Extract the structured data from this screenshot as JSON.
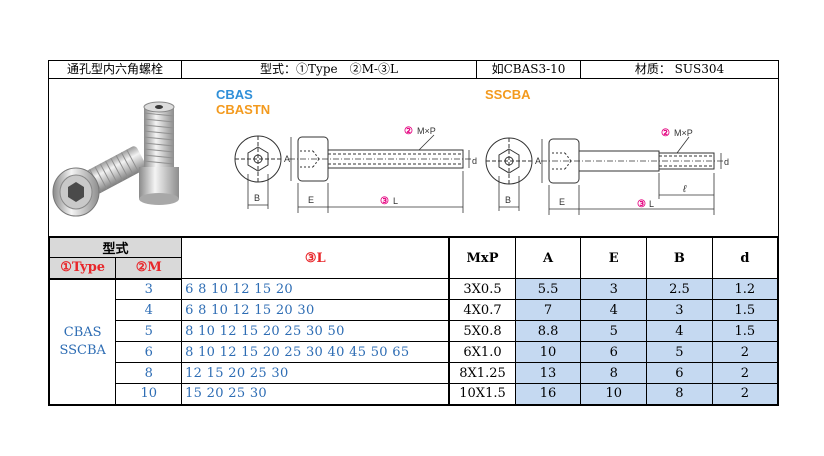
{
  "header": {
    "name": "通孔型内六角螺栓",
    "form_label": "型式：①Type　②M-③L",
    "example": "如CBAS3-10",
    "material": "材质： SUS304"
  },
  "drawing": {
    "left_title_1": "CBAS",
    "left_title_2": "CBASTN",
    "right_title": "SSCBA",
    "thread_callout": "M×P",
    "callout_2": "②",
    "callout_3": "③",
    "dim_a": "A",
    "dim_d": "d",
    "dim_b": "B",
    "dim_e": "E",
    "dim_l": "L",
    "dim_ell": "ℓ",
    "colors": {
      "blue_title": "#2f8fd8",
      "orange_title": "#f39a1e",
      "magenta": "#e4007f"
    }
  },
  "table": {
    "form_header": "型式",
    "type_header": "①Type",
    "m_header": "②M",
    "l_header": "③L",
    "col_mxp": "MxP",
    "col_a": "A",
    "col_e": "E",
    "col_b": "B",
    "col_d": "d",
    "types": [
      "CBAS",
      "SSCBA"
    ],
    "rows": [
      {
        "m": "3",
        "l": "6 8 10 12 15 20",
        "mxp": "3X0.5",
        "a": "5.5",
        "e": "3",
        "b": "2.5",
        "d": "1.2"
      },
      {
        "m": "4",
        "l": "6 8 10 12 15 20 30",
        "mxp": "4X0.7",
        "a": "7",
        "e": "4",
        "b": "3",
        "d": "1.5"
      },
      {
        "m": "5",
        "l": "8 10 12 15 20 25 30 50",
        "mxp": "5X0.8",
        "a": "8.8",
        "e": "5",
        "b": "4",
        "d": "1.5"
      },
      {
        "m": "6",
        "l": "8 10 12 15 20 25 30 40 45 50 65",
        "mxp": "6X1.0",
        "a": "10",
        "e": "6",
        "b": "5",
        "d": "2"
      },
      {
        "m": "8",
        "l": "12 15 20 25 30",
        "mxp": "8X1.25",
        "a": "13",
        "e": "8",
        "b": "6",
        "d": "2"
      },
      {
        "m": "10",
        "l": "15 20 25 30",
        "mxp": "10X1.5",
        "a": "16",
        "e": "10",
        "b": "8",
        "d": "2"
      }
    ]
  }
}
